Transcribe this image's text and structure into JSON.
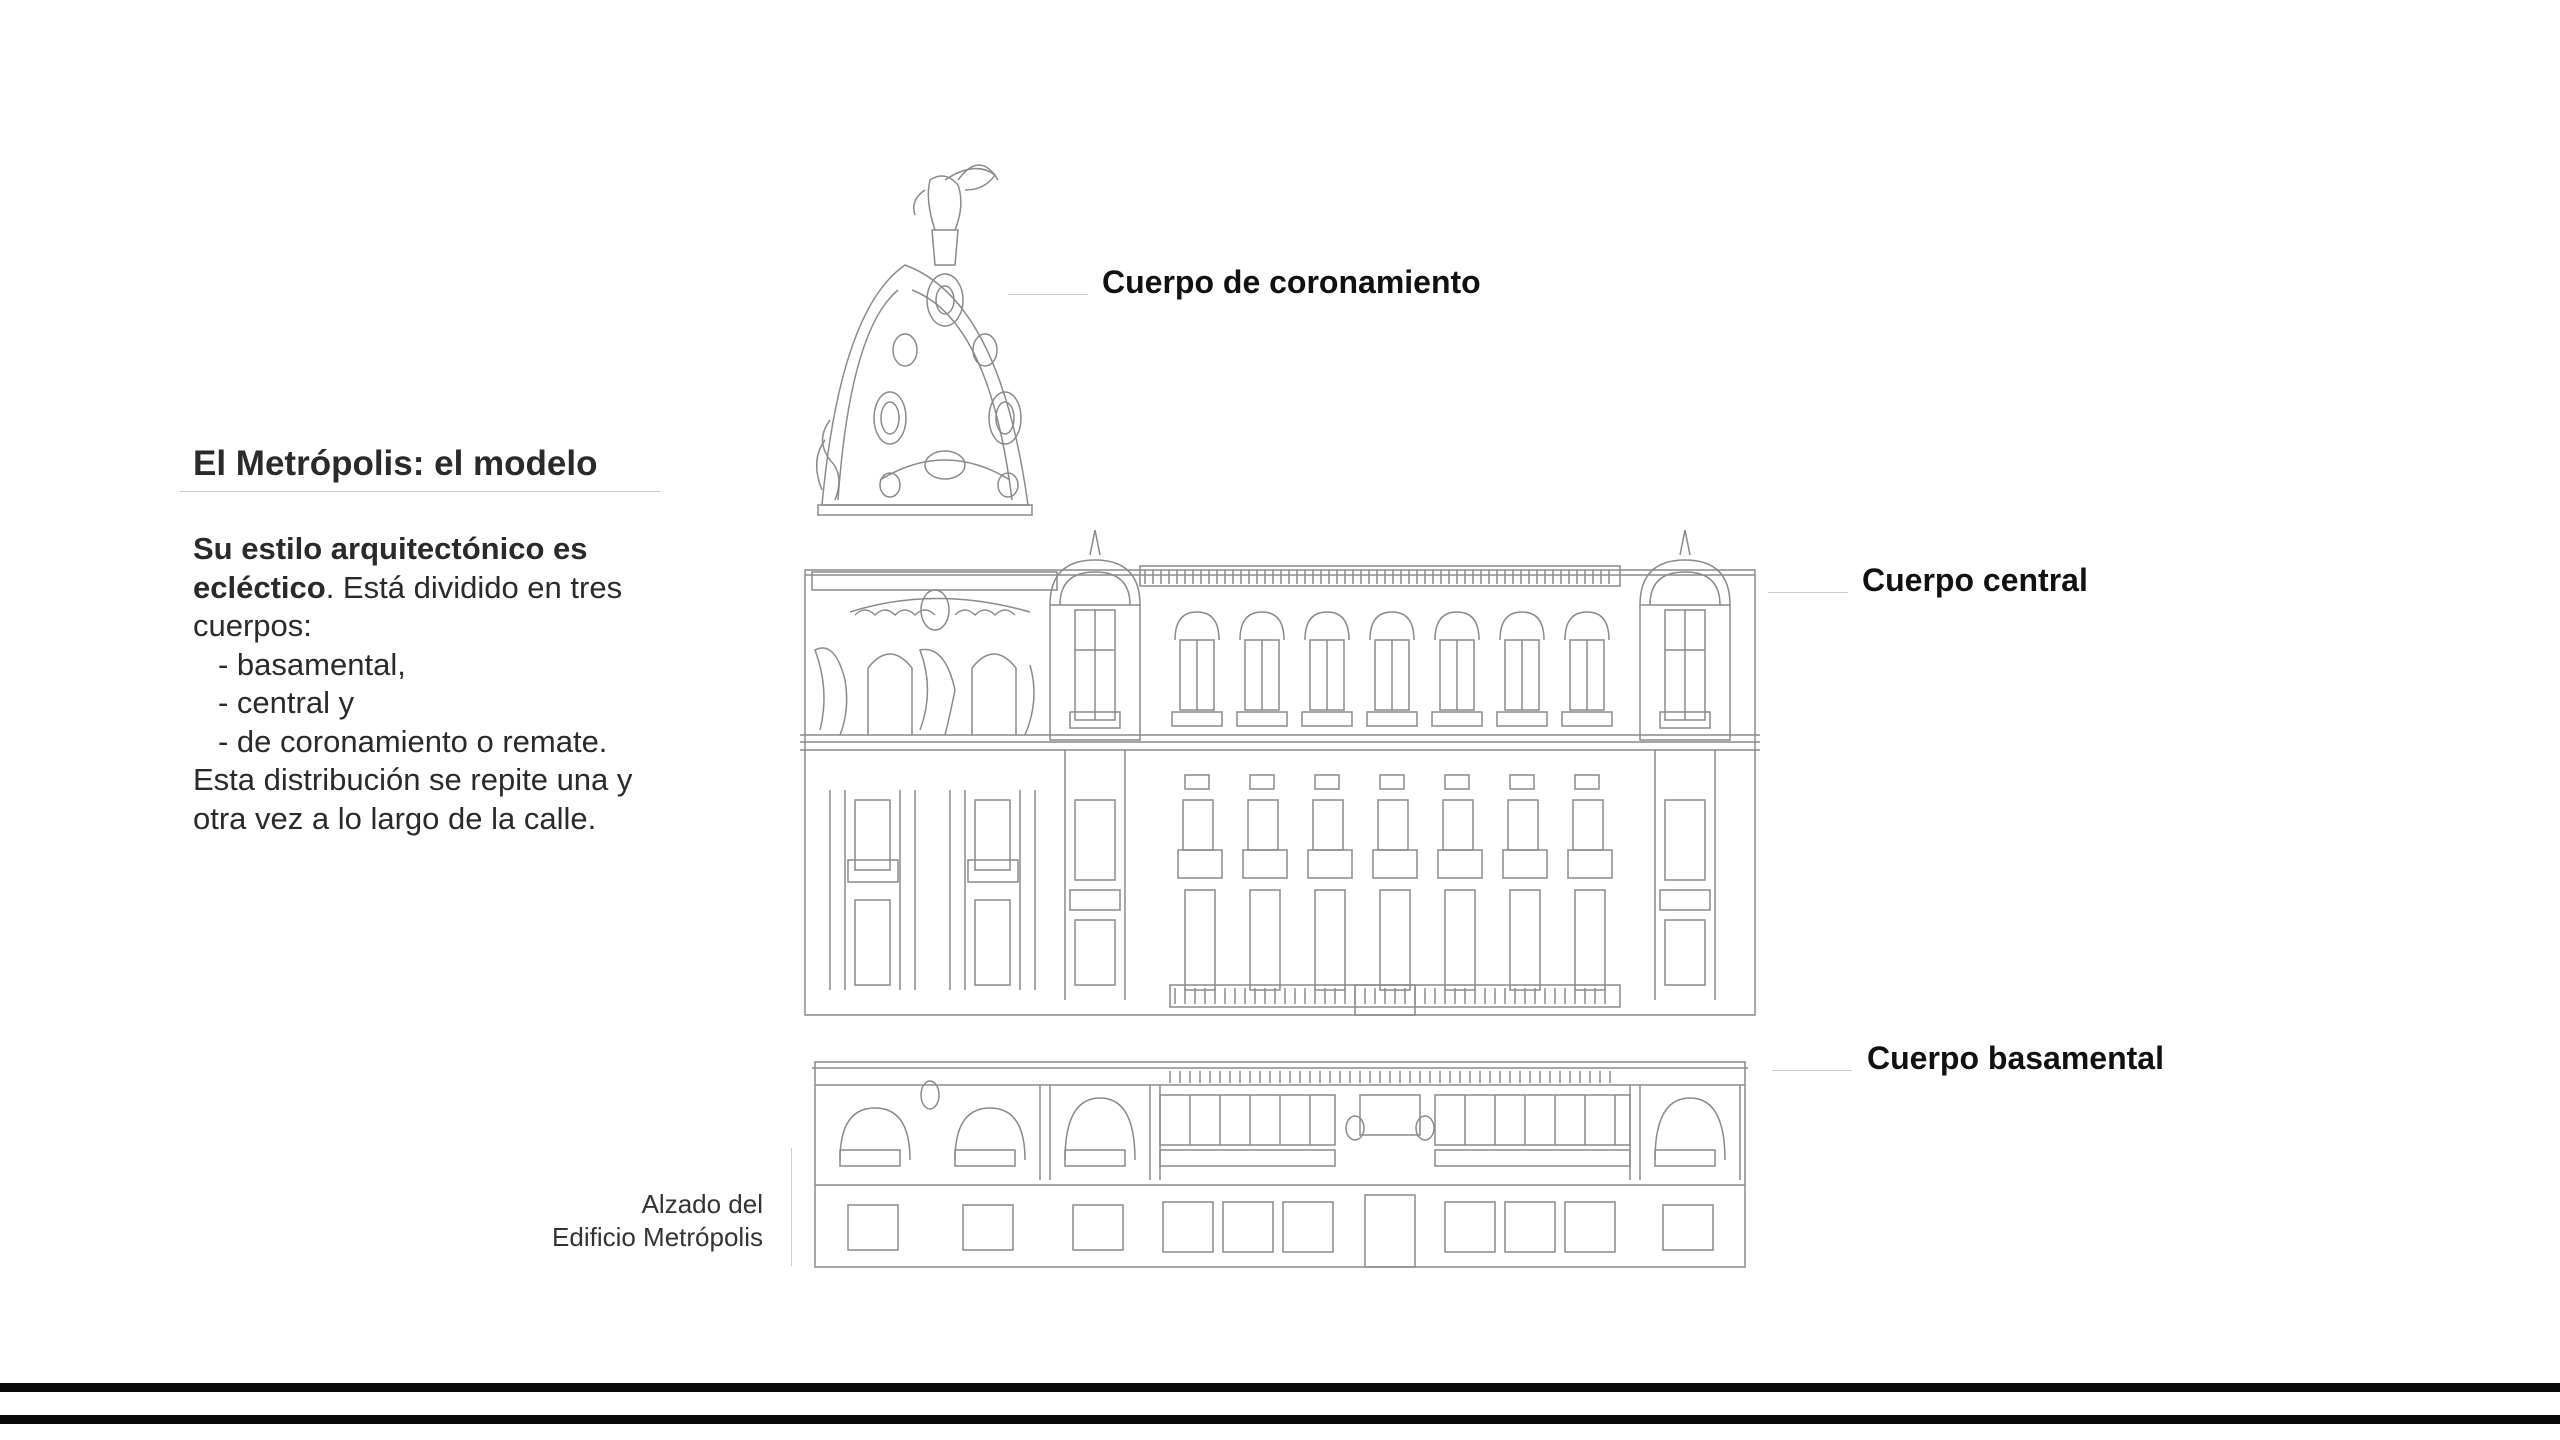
{
  "section": {
    "title": "El Metrópolis: el modelo",
    "description_bold": "Su estilo arquitectónico es ecléctico",
    "description_rest": ". Está dividido en tres cuerpos:",
    "items": [
      "- basamental,",
      "- central y",
      "- de coronamiento o remate."
    ],
    "closing": "Esta distribución se repite una y otra vez a lo largo de la calle."
  },
  "caption": {
    "line1": "Alzado del",
    "line2": "Edificio Metrópolis"
  },
  "labels": {
    "crown": "Cuerpo de coronamiento",
    "central": "Cuerpo central",
    "base": "Cuerpo basamental"
  },
  "colors": {
    "drawing_stroke": "#8a8a8a",
    "rule": "#0a0a0a"
  }
}
